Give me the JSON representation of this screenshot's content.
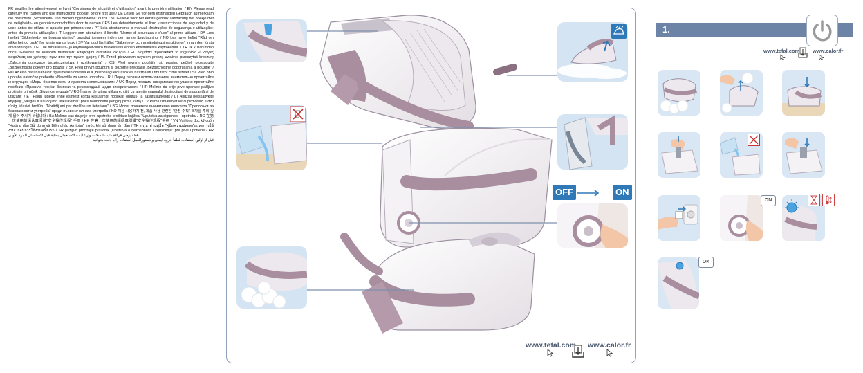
{
  "safety_text": {
    "paragraphs": [
      "FR Veuillez lire attentivement le livret \"Consignes de sécurité et d'utilisation\" avant la première utilisation / EN Please read carefully the \"Safety and use instructions\" booklet before first use / DE Lesen Sie vor dem erstmaligen Gebrauch aufmerksam die Broschüre „Sicherheits- und Bedienungshinweise\" durch / NL Gelieve vóór het eerste gebruik aandachtig het boekje met de veiligheids- en gebruiksvoorschriften door te nemen / ES Lea detenidamente el libro «Instrucciones de seguridad y de uso» antes de utilizar el aparato por primera vez / PT Leia atentamente o manual «Instruções de segurança e utilização» antes da primeira utilização / IT Leggere con attenzione il libretto \"Norme di sicurezza e d'uso\" al primo utilizzo / DA Læs hæftet \"Sikkerheds- og brugsanvisning\" grundigt igennem inden den første ibrugtagning. / NO Les nøye heftet \"Råd om sikkerhet og bruk\" før første gangs bruk / SV Var god läs häftet \"Säkerhets- och användningsinstruktioner\" innan den första användningen. / FI Lue turvallisuus- ja käyttöohjeet-vihko huolellisesti ennen ensimmäistä käyttökertaa. / TR İlk kullanımdan önce \"Güvenlik ve kullanım talimatları\" kitapçığını dikkatlice okuyun / EL Διαβάστε προσεκτικά το εγχειρίδιο «Οδηγίες ασφαλείας και χρήσης» πριν από την πρώτη χρήση / PL Przed pierwszym użyciem proszę uważnie przeczytać broszurę „Zalecenia dotyczące bezpieczeństwa i użytkowania\" / CS Před prvním použitím si, prosím, pečlivě prostudujte „Bezpečnostní pokyny pro použití\" / SK Pred prvým použitím si pozorne prečítajte „Bezpečnostné odporúčania a použitie\" / HU Az első használat előtt figyelmesen olvassa el a „Biztonsági előírások és használati útmutató\" című füzetet / SL Pred prvo uporabo natančno preberite »Navodila za varno uporabo« / RU Перед первым использованием внимательно прочитайте инструкцию «Меры безопасности и правила использования» / UK Перед першим використанням уважно прочитайте посібник «Правила техніки безпеки та рекомендації щодо використання» / HR Molimo da prije prve uporabe pažljivo pročitate priručnik „Sigurnosne upute\" / RO Înainte de prima utilizare, citiţi cu atenţie manualul „Instrucţiuni de siguranţă şi de utilizare\" / ET Palun lugege enne esimest korda kasutamist hoolikalt ohutus- ja kasutusjuhendit / LT Atidžiai perskaitykite knygelę „Saugos ir naudojimo reikalavimai\" prieš naudodami įrenginį pirmą kartą / LV Pirms izmantojat ierīci pirmoreiz, lūdzu rūpīgi izlasiet brošūru \"Norādījumi par drošību un lietošanu\" / BG Моля, прочетете внимателно книжката \"Препоръки за безопасност и употреба\" преди първоначалната употреба / KO 처음 사용하기 전, 제품 사용 관련한 \"안전 수칙\" 책자를 주의 깊게 읽어 주시기 바랍니다 / BA Molimo vas da prije prve upotrebe pročitate knjižicu \"Uputstva za sigurnost i upotrebu / RC 在第一次使用前请认真阅读\"安全操作规程\" 手册 / HK 在第一次使用前請認真閱讀\"安全操作規程\"手冊 / VN Vui lòng đọc kỹ cuốn \"Hướng dẫn Sử dụng và Biện pháp An toàn\" trước khi sử dụng lần đầu / TH กรุณาอ่านคู่มือ \"คู่มือความปลอดภัยและการใช้งาน\" ก่อนการใช้งานครั้งแรก / SR pažljivo pročitajte priručnik „Uputstva o bezbednosti i korišćenju\" pre prve upotrebe / AR يرجى قراءة كتيب السلامة وإرشادات الاستعمال بعناية قبل الاستعمال للمرة الأولى / FA",
      "قبل از اولین استفاده، لطفاً جزوه ایمنی و دستورالعمل استفاده را با دقت بخوانید"
    ]
  },
  "center_panel": {
    "off_label": "OFF",
    "on_label": "ON",
    "url_tefal": "www.tefal.com",
    "url_calor": "www.calor.fr"
  },
  "right_column": {
    "step_number": "1.",
    "url_tefal": "www.tefal.com",
    "url_calor": "www.calor.fr",
    "tag_on": "ON",
    "tag_ok": "OK"
  },
  "icons": [
    "steam-icon",
    "no-water-icon",
    "power-icon",
    "download-icon",
    "cursor-icon",
    "arrow-right-icon",
    "hourglass-icon",
    "thermometer-icon",
    "splash-icon"
  ],
  "colors": {
    "accent_blue": "#2f79b8",
    "panel_border": "#8fa1bc",
    "step_bar": "#6d84a6",
    "mauve": "#a88e9e",
    "bg_light_blue": "#d9e6f3",
    "wood": "#e9d7b8"
  }
}
